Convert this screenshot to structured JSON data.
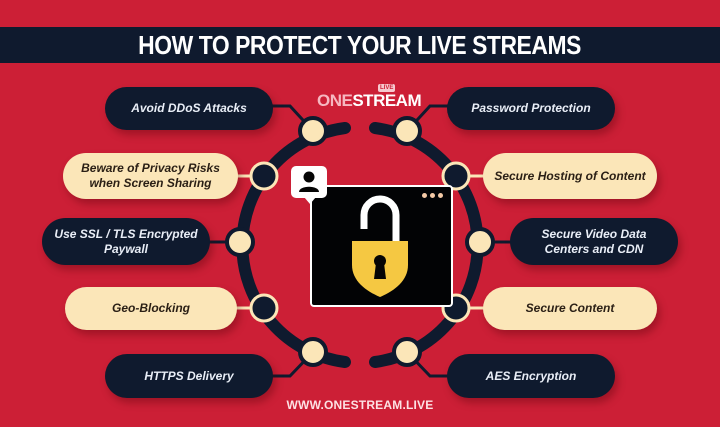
{
  "title": "HOW TO PROTECT YOUR LIVE STREAMS",
  "logo": {
    "brand_prefix": "ONE",
    "brand_suffix": "STREAM",
    "badge": "LIVE"
  },
  "footer": {
    "url": "WWW.ONESTREAM.LIVE"
  },
  "colors": {
    "background": "#cc1f36",
    "navy": "#0f1a2e",
    "cream": "#fbe6b8",
    "lock_yellow": "#f5c842",
    "ring": "#0f1a2e"
  },
  "center": {
    "icon": "open-padlock-shield-icon",
    "window_icon": "browser-window-icon",
    "badge_icon": "user-profile-icon"
  },
  "left_items": [
    {
      "label": "Avoid DDoS Attacks",
      "style": "dark"
    },
    {
      "label": "Beware of Privacy Risks when Screen Sharing",
      "style": "cream"
    },
    {
      "label": "Use SSL / TLS Encrypted Paywall",
      "style": "dark"
    },
    {
      "label": "Geo-Blocking",
      "style": "cream"
    },
    {
      "label": "HTTPS Delivery",
      "style": "dark"
    }
  ],
  "right_items": [
    {
      "label": "Password Protection",
      "style": "dark"
    },
    {
      "label": "Secure Hosting of Content",
      "style": "cream"
    },
    {
      "label": "Secure Video Data Centers and CDN",
      "style": "dark"
    },
    {
      "label": "Secure Content",
      "style": "cream"
    },
    {
      "label": "AES Encryption",
      "style": "dark"
    }
  ]
}
